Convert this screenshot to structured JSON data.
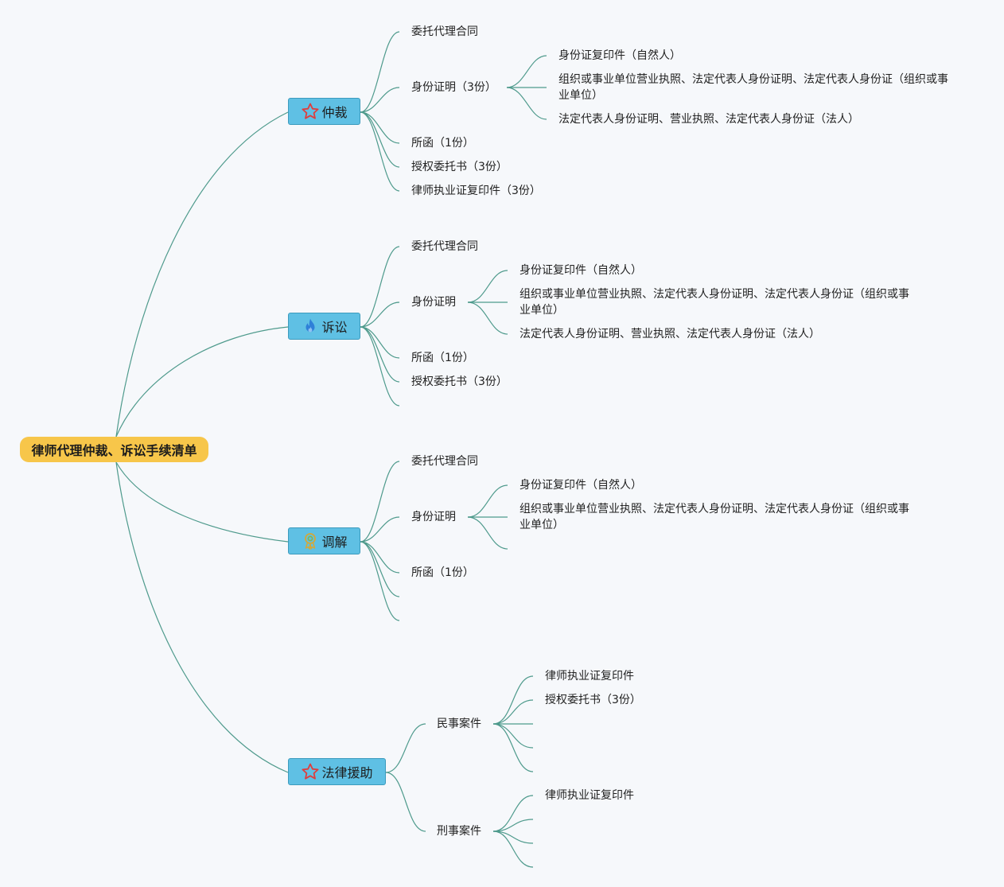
{
  "root": {
    "label": "律师代理仲裁、诉讼手续清单"
  },
  "colors": {
    "root_fill": "#f7c64a",
    "category_fill": "#5fc0e4",
    "line": "#4e9a8c",
    "background": "#f6f8fb"
  },
  "branches": [
    {
      "label": "仲裁",
      "icon": "star-icon",
      "items": [
        {
          "label": "委托代理合同"
        },
        {
          "label": "身份证明（3份）",
          "children": [
            {
              "label": "身份证复印件（自然人）"
            },
            {
              "label": "组织或事业单位营业执照、法定代表人身份证明、法定代表人身份证（组织或事业单位）"
            },
            {
              "label": "法定代表人身份证明、营业执照、法定代表人身份证（法人）"
            }
          ]
        },
        {
          "label": "所函（1份）"
        },
        {
          "label": "授权委托书（3份）"
        },
        {
          "label": "律师执业证复印件（3份）"
        }
      ]
    },
    {
      "label": "诉讼",
      "icon": "fire-icon",
      "items": [
        {
          "label": "委托代理合同"
        },
        {
          "label": "身份证明",
          "children": [
            {
              "label": "身份证复印件（自然人）"
            },
            {
              "label": "组织或事业单位营业执照、法定代表人身份证明、法定代表人身份证（组织或事业单位）"
            },
            {
              "label": "法定代表人身份证明、营业执照、法定代表人身份证（法人）"
            }
          ]
        },
        {
          "label": "所函（1份）"
        },
        {
          "label": "授权委托书（3份）"
        },
        {
          "label": ""
        }
      ]
    },
    {
      "label": "调解",
      "icon": "medal-icon",
      "items": [
        {
          "label": "委托代理合同"
        },
        {
          "label": "身份证明",
          "children": [
            {
              "label": "身份证复印件（自然人）"
            },
            {
              "label": "组织或事业单位营业执照、法定代表人身份证明、法定代表人身份证（组织或事业单位）"
            },
            {
              "label": ""
            }
          ]
        },
        {
          "label": "所函（1份）"
        },
        {
          "label": ""
        },
        {
          "label": ""
        }
      ]
    },
    {
      "label": "法律援助",
      "icon": "star-icon",
      "items": [
        {
          "label": "民事案件",
          "children": [
            {
              "label": "律师执业证复印件"
            },
            {
              "label": "授权委托书（3份）"
            },
            {
              "label": ""
            },
            {
              "label": ""
            },
            {
              "label": ""
            }
          ]
        },
        {
          "label": "刑事案件",
          "children": [
            {
              "label": "律师执业证复印件"
            },
            {
              "label": ""
            },
            {
              "label": ""
            },
            {
              "label": ""
            }
          ]
        }
      ]
    }
  ]
}
